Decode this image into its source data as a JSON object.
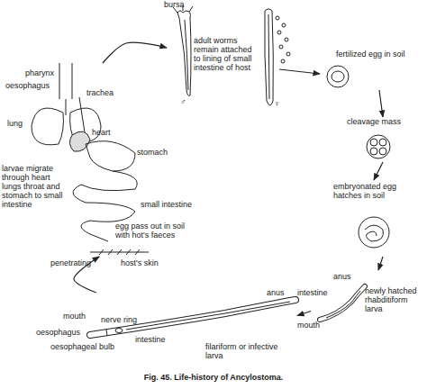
{
  "diagram": {
    "caption": "Fig. 45. Life-history of Ancylostoma.",
    "nodes": [
      {
        "text": [
          "adult worms remain attached to lining of small intestine of host"
        ]
      },
      {
        "text": [
          "fertilized egg in soil"
        ]
      },
      {
        "text": [
          "cleavage mass"
        ]
      },
      {
        "text": [
          "embryonated egg hatches in soil"
        ]
      },
      {
        "text": [
          "newly hatched rhabditiform larva"
        ]
      },
      {
        "text": [
          "filariform or infective larva"
        ]
      },
      {
        "text": [
          "larvae migrate through heart lungs throat and stomach to small intestine"
        ]
      }
    ],
    "edges": [
      {
        "from": 0,
        "to": 1,
        "arrow": "to"
      },
      {
        "from": 1,
        "to": 2,
        "arrow": "to"
      },
      {
        "from": 2,
        "to": 3,
        "arrow": "to"
      },
      {
        "from": 3,
        "to": 4,
        "arrow": "to"
      },
      {
        "from": 4,
        "to": 5,
        "arrow": "to"
      },
      {
        "from": 5,
        "to": 6,
        "arrow": "to"
      },
      {
        "from": 6,
        "to": 0,
        "arrow": "to"
      }
    ],
    "labels": [
      "bursa",
      "♂",
      "♀",
      "pharynx",
      "oesophagus",
      "trachea",
      "lung",
      "heart",
      "stomach",
      "small intestine",
      "egg pass out in soil with hot's faeces",
      "penetrating",
      "host's skin",
      "anus",
      "intestine",
      "mouth",
      "anus",
      "mouth",
      "nerve ring",
      "oesophagus",
      "oesophageal bulb",
      "intestine"
    ]
  }
}
